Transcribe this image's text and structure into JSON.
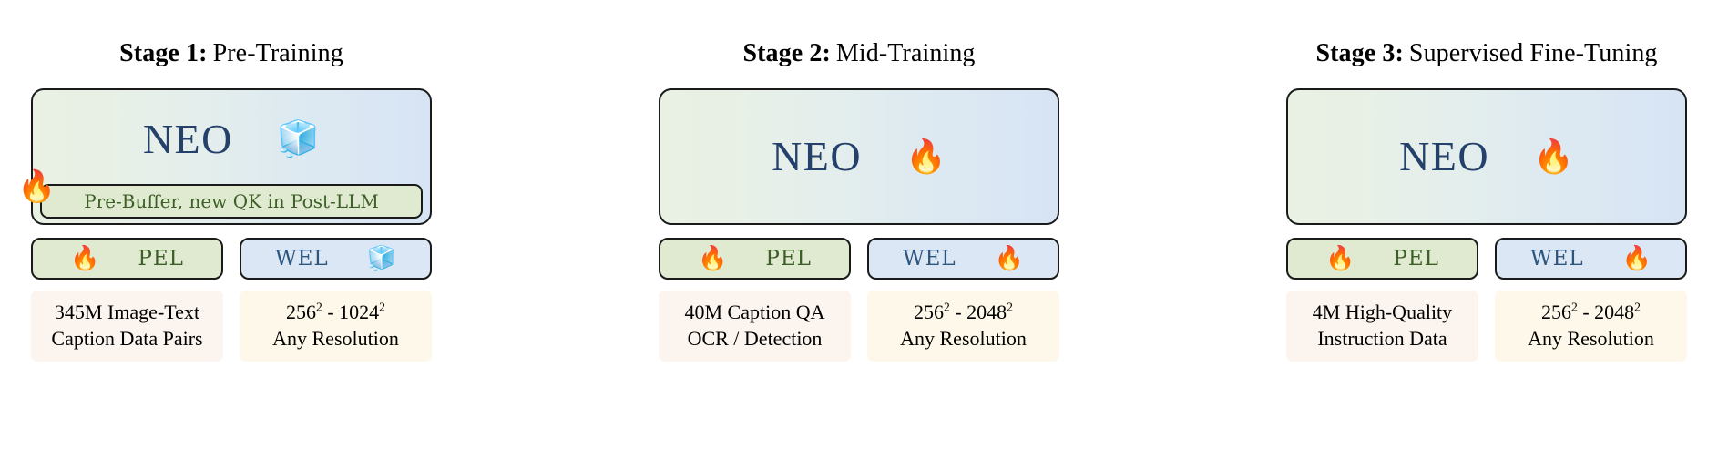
{
  "figure": {
    "name": "neo-training-stages-diagram",
    "colors": {
      "model_box_gradient_start": "#e9f1e3",
      "model_box_gradient_end": "#d7e4f4",
      "pel_fill": "#e0ead1",
      "wel_fill": "#dce7f5",
      "pel_text": "#3d5f27",
      "wel_text": "#2d567f",
      "neo_text": "#24416b",
      "inner_box_fill": "#dfead0",
      "caption_data_fill": "#fcf5ef",
      "caption_res_fill": "#fdf8e9",
      "outline": "#1a1a1a"
    }
  },
  "stages": [
    {
      "id": "stage-1",
      "title_bold": "Stage 1:",
      "title_rest": "Pre-Training",
      "model": {
        "label": "NEO",
        "state_emoji": "🧊",
        "state_icon_name": "ice-cube-icon",
        "state": "frozen",
        "edge_emoji": "🔥",
        "edge_icon_name": "fire-icon",
        "has_inner_box": true,
        "inner_box_label": "Pre-Buffer, new QK in Post-LLM"
      },
      "experts": [
        {
          "id": "pel",
          "label": "PEL",
          "emoji": "🔥",
          "icon_name": "fire-icon",
          "emoji_side": "left",
          "state": "trainable"
        },
        {
          "id": "wel",
          "label": "WEL",
          "emoji": "🧊",
          "icon_name": "ice-cube-icon",
          "emoji_side": "right",
          "state": "frozen"
        }
      ],
      "captions": [
        {
          "id": "data",
          "line1": "345M Image-Text",
          "line2": "Caption Data Pairs"
        },
        {
          "id": "resolution",
          "line1_pre": "256",
          "line1_sup1": "2",
          "line1_mid": " - 1024",
          "line1_sup2": "2",
          "line2": "Any Resolution"
        }
      ]
    },
    {
      "id": "stage-2",
      "title_bold": "Stage 2:",
      "title_rest": "Mid-Training",
      "model": {
        "label": "NEO",
        "state_emoji": "🔥",
        "state_icon_name": "fire-icon",
        "state": "trainable",
        "edge_emoji": "",
        "edge_icon_name": "",
        "has_inner_box": false,
        "inner_box_label": ""
      },
      "experts": [
        {
          "id": "pel",
          "label": "PEL",
          "emoji": "🔥",
          "icon_name": "fire-icon",
          "emoji_side": "left",
          "state": "trainable"
        },
        {
          "id": "wel",
          "label": "WEL",
          "emoji": "🔥",
          "icon_name": "fire-icon",
          "emoji_side": "right",
          "state": "trainable"
        }
      ],
      "captions": [
        {
          "id": "data",
          "line1": "40M Caption QA",
          "line2": "OCR / Detection"
        },
        {
          "id": "resolution",
          "line1_pre": "256",
          "line1_sup1": "2",
          "line1_mid": " - 2048",
          "line1_sup2": "2",
          "line2": "Any Resolution"
        }
      ]
    },
    {
      "id": "stage-3",
      "title_bold": "Stage 3:",
      "title_rest": "Supervised Fine-Tuning",
      "model": {
        "label": "NEO",
        "state_emoji": "🔥",
        "state_icon_name": "fire-icon",
        "state": "trainable",
        "edge_emoji": "",
        "edge_icon_name": "",
        "has_inner_box": false,
        "inner_box_label": ""
      },
      "experts": [
        {
          "id": "pel",
          "label": "PEL",
          "emoji": "🔥",
          "icon_name": "fire-icon",
          "emoji_side": "left",
          "state": "trainable"
        },
        {
          "id": "wel",
          "label": "WEL",
          "emoji": "🔥",
          "icon_name": "fire-icon",
          "emoji_side": "right",
          "state": "trainable"
        }
      ],
      "captions": [
        {
          "id": "data",
          "line1": "4M High-Quality",
          "line2": "Instruction Data"
        },
        {
          "id": "resolution",
          "line1_pre": "256",
          "line1_sup1": "2",
          "line1_mid": " - 2048",
          "line1_sup2": "2",
          "line2": "Any Resolution"
        }
      ]
    }
  ]
}
